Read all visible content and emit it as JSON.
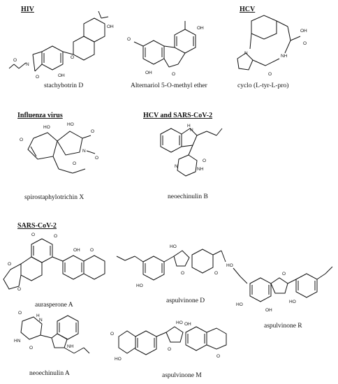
{
  "sections": {
    "hiv": "HIV",
    "hcv": "HCV",
    "influenza": "Influenza virus",
    "hcv_sars": "HCV and SARS-CoV-2",
    "sars": "SARS-CoV-2"
  },
  "compounds": {
    "stachybotrin_d": "stachybotrin D",
    "alternariol": "Alternariol 5-O-methyl ether",
    "cyclo": "cyclo (L-tyr-L-pro)",
    "spirostaphylotrichin": "spirostaphylotrichin X",
    "neoechinulin_b": "neoechinulin B",
    "aurasperone_a": "aurasperone A",
    "aspulvinone_d": "aspulvinone D",
    "aspulvinone_r": "aspulvinone R",
    "neoechinulin_a": "neoechinulin A",
    "aspulvinone_m": "aspulvinone M"
  },
  "atoms": {
    "oh": "OH",
    "ho": "HO",
    "o": "O",
    "n": "N",
    "nh": "NH",
    "hn": "HN",
    "h": "H"
  }
}
